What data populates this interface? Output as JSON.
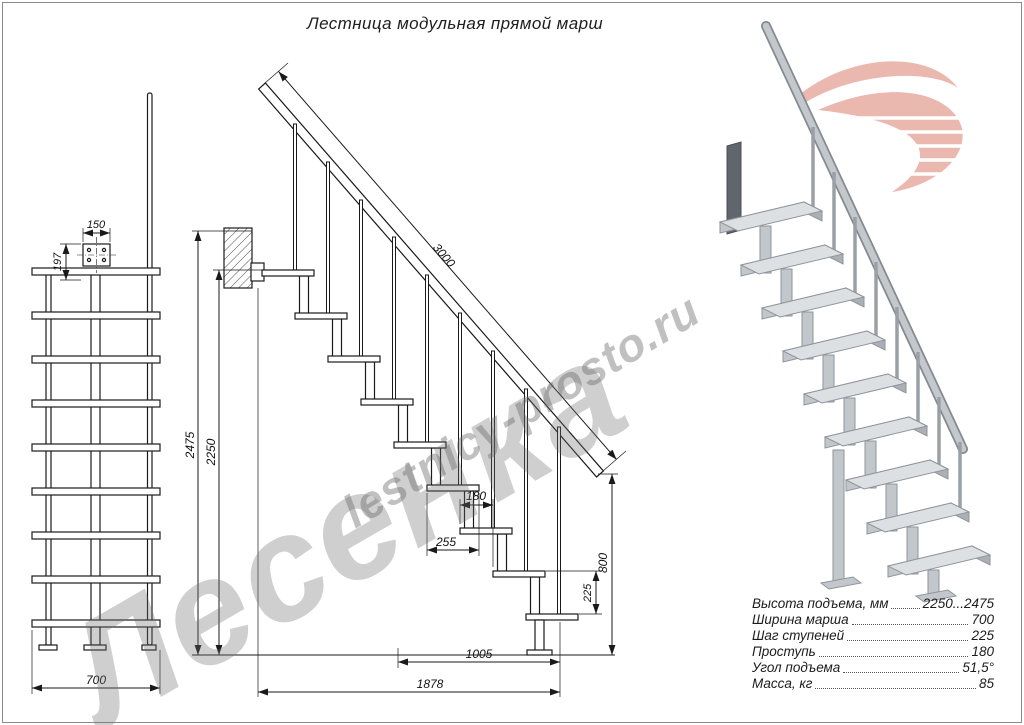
{
  "title": "Лестница модульная прямой марш",
  "watermarks": {
    "brand": "Лесенка",
    "site": "lestnicy-prosto.ru"
  },
  "front_view": {
    "dim_plate_width": "150",
    "dim_plate_offset": "197",
    "dim_width": "700"
  },
  "side_view": {
    "dim_rail_length": "3000",
    "dim_height_total": "2475",
    "dim_height_floor": "2250",
    "dim_tread_depth": "180",
    "dim_module_length": "255",
    "dim_rail_end_height": "800",
    "dim_step_rise": "225",
    "dim_base_run": "1005",
    "dim_total_run": "1878"
  },
  "specs": {
    "rows": [
      {
        "label": "Высота подъема, мм",
        "value": "2250...2475"
      },
      {
        "label": "Ширина марша",
        "value": "700"
      },
      {
        "label": "Шаг ступеней",
        "value": "225"
      },
      {
        "label": "Проступь",
        "value": "180"
      },
      {
        "label": "Угол подъема",
        "value": "51,5°"
      },
      {
        "label": "Масса, кг",
        "value": "85"
      }
    ]
  },
  "colors": {
    "line": "#1a1a1a",
    "logo_red": "#e7aca2",
    "watermark_gray": "#bdbdbd",
    "steel_light": "#dde0e3",
    "steel_mid": "#c2c7cc",
    "steel_dark": "#848a90"
  }
}
